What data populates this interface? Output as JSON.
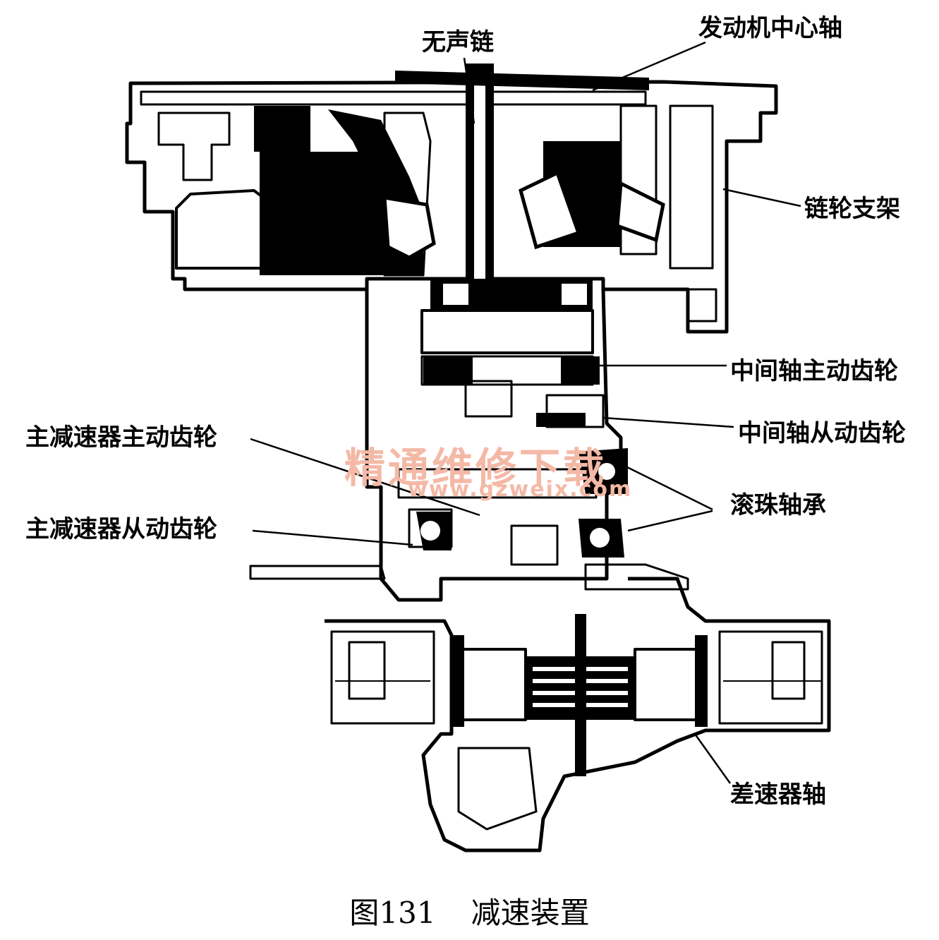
{
  "labels": {
    "silent_chain": "无声链",
    "engine_center_shaft": "发动机中心轴",
    "sprocket_bracket": "链轮支架",
    "intermediate_drive_gear": "中间轴主动齿轮",
    "intermediate_driven_gear": "中间轴从动齿轮",
    "final_drive_gear": "主减速器主动齿轮",
    "final_driven_gear": "主减速器从动齿轮",
    "ball_bearing": "滚珠轴承",
    "differential_shaft": "差速器轴"
  },
  "caption": {
    "number": "图131",
    "title": "减速装置"
  },
  "watermark": {
    "text": "精通维修下载",
    "url": "www.gzweix.com",
    "color": "#f4b9a6"
  },
  "colors": {
    "ink": "#000000",
    "paper": "#ffffff"
  }
}
